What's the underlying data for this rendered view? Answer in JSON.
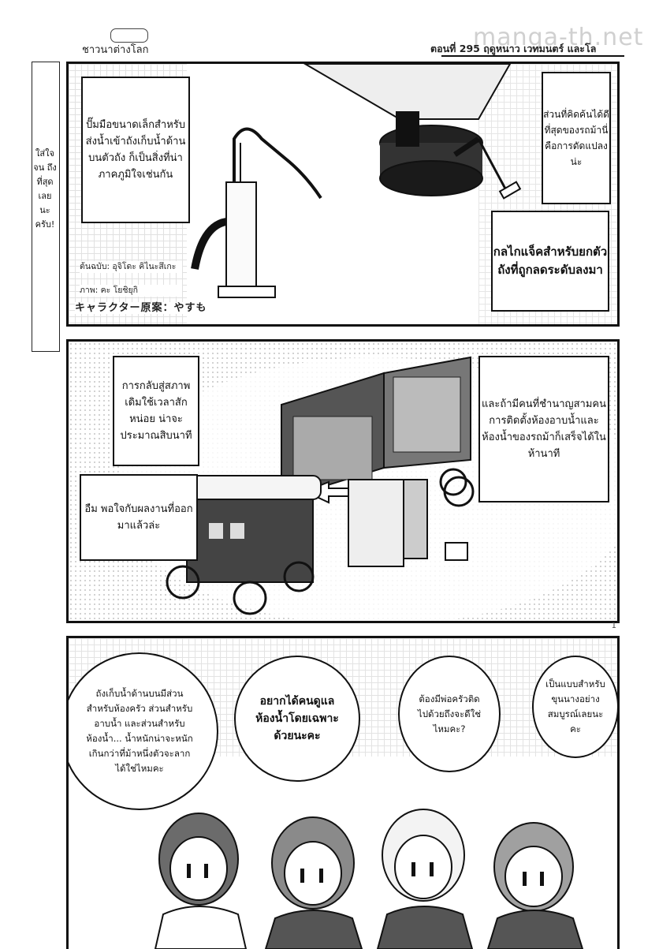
{
  "header": {
    "left_title": "ชาวนาต่างโลก",
    "right_title": "ตอนที่ 295 ฤดูหนาว เวทมนตร์ และโล",
    "watermark": "manga-th.net"
  },
  "side_note": {
    "text": "ใส่ใจ จน ถึง ที่สุด เลย นะ ครับ!"
  },
  "panel1": {
    "caption_left": "ปั๊มมือขนาดเล็กสำหรับส่งน้ำเข้าถังเก็บน้ำด้านบนตัวถัง ก็เป็นสิ่งที่น่าภาคภูมิใจเช่นกัน",
    "caption_right_top": "ส่วนที่คิดค้นได้ดีที่สุดของรถม้านี่คือการดัดแปลงน่ะ",
    "caption_right_bottom": "กลไกแจ็คสำหรับยกตัวถังที่ถูกลดระดับลงมา",
    "credit_original": "ต้นฉบับ: อุจิโดะ คิไนะสึเกะ",
    "credit_art": "ภาพ: คะ โยชิยุกิ",
    "credit_jp": "キャラクター原案：やすも"
  },
  "panel2": {
    "caption_top_left": "การกลับสู่สภาพเดิมใช้เวลาสักหน่อย น่าจะประมาณสิบนาที",
    "caption_bottom_left": "อืม พอใจกับผลงานที่ออกมาแล้วล่ะ",
    "caption_right": "และถ้ามีคนที่ชำนาญสามคน การติดตั้งห้องอาบน้ำและห้องน้ำของรถม้าก็เสร็จได้ในห้านาที"
  },
  "page_number": "1",
  "panel3": {
    "bubble1": "ถังเก็บน้ำด้านบนมีส่วนสำหรับห้องครัว ส่วนสำหรับอาบน้ำ และส่วนสำหรับห้องน้ำ... น้ำหนักน่าจะหนักเกินกว่าที่ม้าหนึ่งตัวจะลากได้ใช่ไหมคะ",
    "bubble2": "อยากได้คนดูแลห้องน้ำโดยเฉพาะด้วยนะคะ",
    "bubble3": "ต้องมีพ่อครัวติดไปด้วยถึงจะดีใช่ไหมคะ?",
    "bubble4": "เป็นแบบสำหรับขุนนางอย่างสมบูรณ์เลยนะคะ"
  }
}
